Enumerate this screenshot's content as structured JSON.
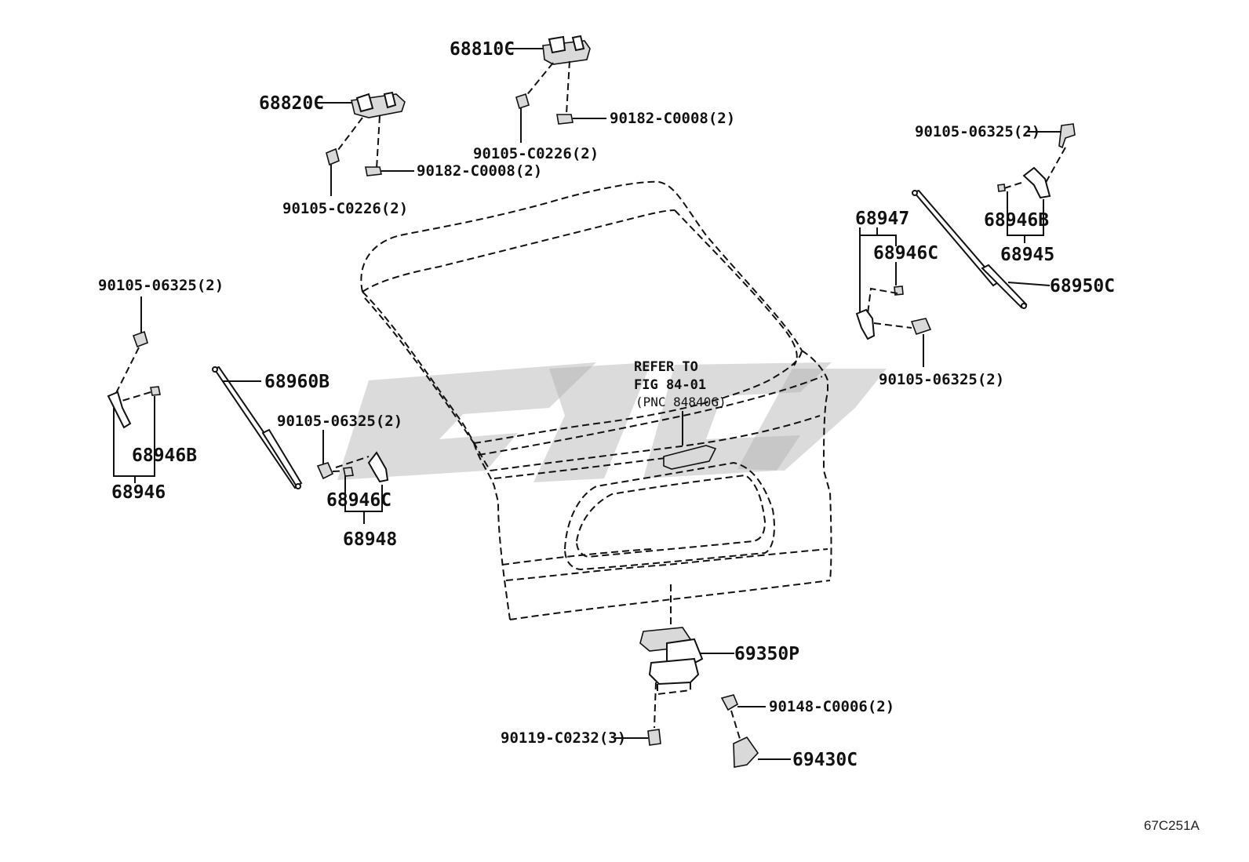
{
  "drawing_code": "67C251A",
  "reference_note": {
    "line1": "REFER TO",
    "line2": "FIG 84-01",
    "line3": "(PNC 84840G)"
  },
  "callouts": {
    "hinge_left": "68820C",
    "hinge_right": "68810C",
    "hinge_left_bolt": "90105-C0226(2)",
    "hinge_left_nut": "90182-C0008(2)",
    "hinge_right_bolt": "90105-C0226(2)",
    "hinge_right_nut": "90182-C0008(2)",
    "left_stay_bolt": "90105-06325(2)",
    "left_stay_bracket_b": "68946B",
    "left_stay_bracket_asm": "68946",
    "left_damper": "68960B",
    "center_left_bolt": "90105-06325(2)",
    "center_left_bracket_c": "68946C",
    "center_left_bracket_asm": "68948",
    "right_top_bolt": "90105-06325(2)",
    "right_bracket_b": "68946B",
    "right_bracket_asm": "68945",
    "right_damper": "68950C",
    "right_mid_bracket_asm": "68947",
    "right_mid_bracket_c": "68946C",
    "right_mid_bolt": "90105-06325(2)",
    "lock_asm": "69350P",
    "lock_bolt": "90119-C0232(3)",
    "opener_screw": "90148-C0006(2)",
    "opener_switch": "69430C"
  }
}
